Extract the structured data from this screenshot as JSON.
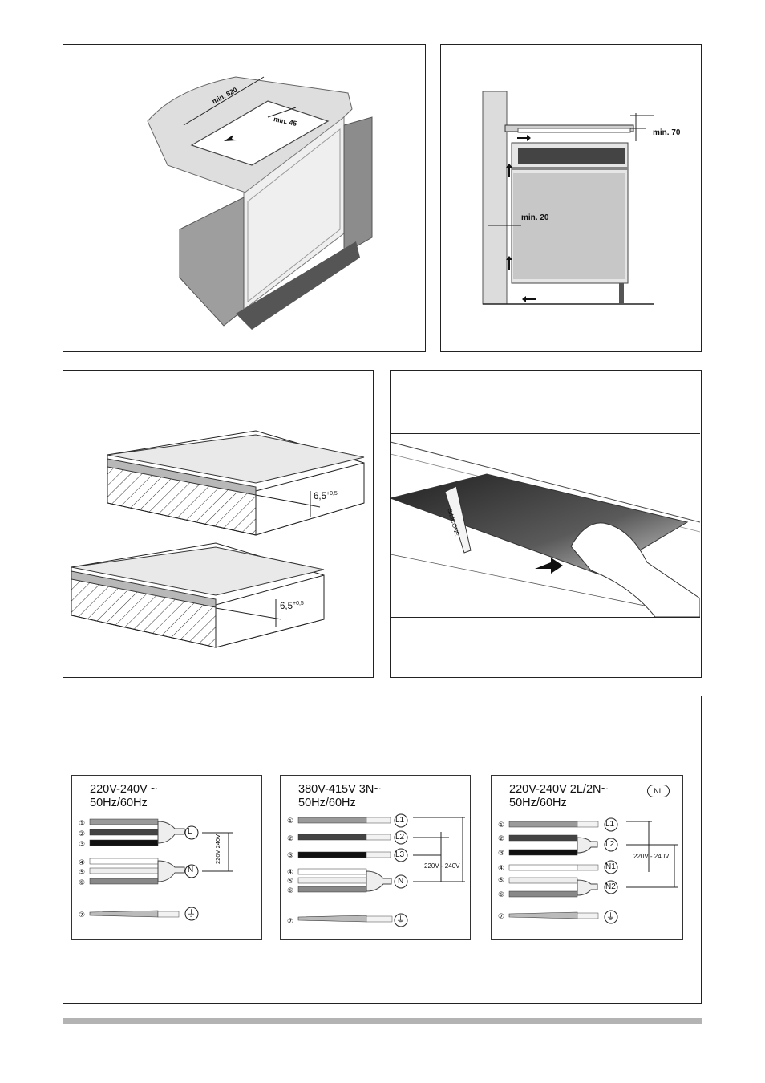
{
  "fig1": {
    "dim_820": "min. 820",
    "dim_45": "min. 45"
  },
  "fig2": {
    "dim_70": "min. 70",
    "dim_20": "min. 20"
  },
  "fig3": {
    "tol_top": "6,5",
    "tol_top_sup": "+0,5",
    "tol_bottom": "6,5",
    "tol_bottom_sup": "+0,5"
  },
  "fig4": {
    "tube_label": "SILICONE"
  },
  "wiring": {
    "box1": {
      "title_line1": "220V-240V ~",
      "title_line2": "50Hz/60Hz",
      "terminals": [
        "L",
        "N"
      ],
      "voltage": "220V 240V",
      "earth": "⏚",
      "wire_numbers": [
        "①",
        "②",
        "③",
        "④",
        "⑤",
        "⑥",
        "⑦"
      ]
    },
    "box2": {
      "title_line1": "380V-415V 3N~",
      "title_line2": "50Hz/60Hz",
      "terminals": [
        "L1",
        "L2",
        "L3",
        "N"
      ],
      "voltage": "220V - 240V",
      "earth": "⏚",
      "wire_numbers": [
        "①",
        "②",
        "③",
        "④",
        "⑤",
        "⑥",
        "⑦"
      ]
    },
    "box3": {
      "title_line1": "220V-240V 2L/2N~",
      "title_line2": "50Hz/60Hz",
      "badge": "NL",
      "terminals": [
        "L1",
        "L2",
        "N1",
        "N2"
      ],
      "voltage": "220V - 240V",
      "earth": "⏚",
      "wire_numbers": [
        "①",
        "②",
        "③",
        "④",
        "⑤",
        "⑥",
        "⑦"
      ]
    }
  }
}
